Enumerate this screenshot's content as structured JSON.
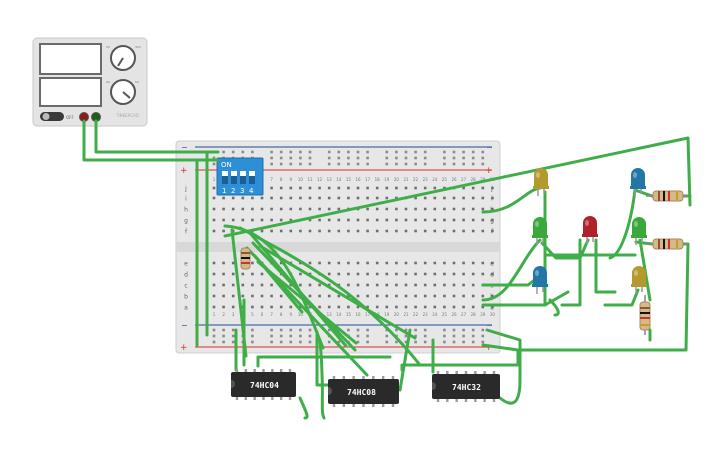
{
  "power_supply": {
    "off_label": "OFF",
    "brand_label": "TINKERCAD",
    "knob_labels": [
      "0V",
      "30V",
      "0A",
      "5A"
    ]
  },
  "breadboard": {
    "rows_top": [
      "j",
      "i",
      "h",
      "g",
      "f"
    ],
    "rows_bottom": [
      "e",
      "d",
      "c",
      "b",
      "a"
    ],
    "columns": [
      "1",
      "2",
      "3",
      "4",
      "5",
      "6",
      "7",
      "8",
      "9",
      "10",
      "11",
      "12",
      "13",
      "14",
      "15",
      "16",
      "17",
      "18",
      "19",
      "20",
      "21",
      "22",
      "23",
      "24",
      "25",
      "26",
      "27",
      "28",
      "29",
      "30"
    ],
    "rail_plus": "+",
    "rail_minus": "−"
  },
  "dip_switch": {
    "on_label": "ON",
    "numbers": [
      "1",
      "2",
      "3",
      "4"
    ]
  },
  "chips": [
    {
      "label": "74HC04"
    },
    {
      "label": "74HC08"
    },
    {
      "label": "74HC32"
    }
  ],
  "colors": {
    "wire": "#3fae49",
    "wire_red": "#c62828",
    "breadboard": "#e9e9e9",
    "rail_red": "#d32f2f",
    "rail_blue": "#1e4e9a",
    "dip_switch": "#2e8fd6",
    "chip": "#2a2a2a",
    "led_yellow": "#b39a2c",
    "led_green": "#3aa83a",
    "led_red": "#b0222b",
    "led_blue": "#2277a6"
  }
}
